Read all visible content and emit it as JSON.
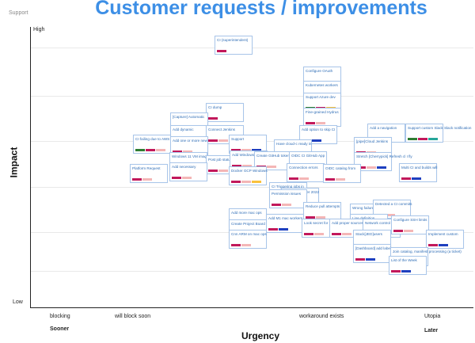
{
  "title": "Customer requests / improvements",
  "corner_label": "Support",
  "axes": {
    "y_title": "Impact",
    "y_high": "High",
    "y_low": "Low",
    "x_title": "Urgency",
    "x_ticks": [
      "blocking",
      "will block soon",
      "workaround exists",
      "Utopia"
    ],
    "x_sooner": "Sooner",
    "x_later": "Later"
  },
  "colors": {
    "accent": "#3d8fe6",
    "card_border": "#a9c6ea",
    "tag_magenta": "#c2185b",
    "tag_green": "#2e7d32",
    "tag_pink": "#f4b6b6",
    "tag_yellow": "#f9c23c",
    "tag_blue": "#1e3fbf",
    "tag_teal": "#26a69a"
  },
  "cards": [
    {
      "text": "CI (superintendent)",
      "tags": [
        "magenta"
      ]
    },
    {
      "text": "Configure OAuth",
      "tags": [
        "magenta"
      ]
    },
    {
      "text": "Kubernetes workers",
      "tags": [
        "green",
        "magenta",
        "magenta"
      ]
    },
    {
      "text": "Support Azure dev",
      "tags": [
        "green",
        "magenta",
        "yellow"
      ]
    },
    {
      "text": "Fine-grained Hydrus",
      "tags": [
        "magenta",
        "pink"
      ]
    },
    {
      "text": "Add option to skip CI",
      "tags": [
        "magenta",
        "blue"
      ]
    },
    {
      "text": "CI dump",
      "tags": [
        "magenta"
      ]
    },
    {
      "text": "[Capture] Automatic",
      "tags": [
        "green",
        "magenta"
      ]
    },
    {
      "text": "Add dynamic",
      "tags": [
        "green",
        "magenta"
      ]
    },
    {
      "text": "Connect Jenkins",
      "tags": [
        "magenta",
        "pink"
      ]
    },
    {
      "text": "CI failing due to AWS",
      "tags": [
        "green",
        "magenta",
        "pink"
      ]
    },
    {
      "text": "Add one or more new",
      "tags": [
        "magenta",
        "pink"
      ]
    },
    {
      "text": "Support",
      "tags": [
        "magenta",
        "pink",
        "blue"
      ]
    },
    {
      "text": "Have cloud-c ready in",
      "tags": [
        "magenta",
        "pink"
      ]
    },
    {
      "text": "Add a navigation",
      "tags": [
        "magenta",
        "blue"
      ]
    },
    {
      "text": "Support custom Slack Slack notification",
      "tags": [
        "green",
        "magenta",
        "teal"
      ]
    },
    {
      "text": "[pipe]Cloud Jenkins",
      "tags": [
        "magenta",
        "pink"
      ]
    },
    {
      "text": "Windows 11 VM image",
      "tags": [
        "magenta"
      ]
    },
    {
      "text": "Post job status in",
      "tags": [
        "magenta",
        "pink"
      ]
    },
    {
      "text": "Add Windows 11",
      "tags": [
        "magenta",
        "pink"
      ]
    },
    {
      "text": "Create GitHub token to",
      "tags": [
        "magenta",
        "pink"
      ]
    },
    {
      "text": "OIDC CI GitHub App",
      "tags": [
        "magenta",
        "pink"
      ]
    },
    {
      "text": "Stretch [Cherrypick] Refresh cl I fly",
      "tags": [
        "magenta",
        "pink",
        "blue"
      ]
    },
    {
      "text": "Platform Request",
      "tags": [
        "magenta",
        "pink"
      ]
    },
    {
      "text": "Add necessary",
      "tags": [
        "magenta",
        "pink"
      ]
    },
    {
      "text": "Connection errors",
      "tags": [
        "magenta",
        "pink"
      ]
    },
    {
      "text": "OIDC catalog from",
      "tags": [
        "magenta",
        "pink"
      ]
    },
    {
      "text": "Multi CI and builds will",
      "tags": [
        "magenta",
        "blue"
      ]
    },
    {
      "text": "Docker GCP Windows",
      "tags": [
        "magenta",
        "pink",
        "yellow"
      ]
    },
    {
      "text": "CI Triggering jobs in",
      "tags": [
        "magenta",
        "pink"
      ]
    },
    {
      "text": "Windows Server 2022",
      "tags": [
        "magenta",
        "pink"
      ]
    },
    {
      "text": "Permission issues",
      "tags": [
        "magenta",
        "pink"
      ]
    },
    {
      "text": "Wrong failures",
      "tags": [
        "magenta",
        "blue"
      ]
    },
    {
      "text": "Reduce pull attempts",
      "tags": [
        "magenta",
        "pink"
      ]
    },
    {
      "text": "Detected a CI commits",
      "tags": [
        "magenta",
        "pink"
      ]
    },
    {
      "text": "Line definition",
      "tags": [
        "magenta",
        "blue"
      ]
    },
    {
      "text": "Add more mac ops",
      "tags": [
        "magenta",
        "pink"
      ]
    },
    {
      "text": "Add M1 mac workers",
      "tags": [
        "magenta",
        "blue"
      ]
    },
    {
      "text": "Create Project Board",
      "tags": [
        "magenta",
        "pink"
      ]
    },
    {
      "text": "Look secret for",
      "tags": [
        "magenta",
        "pink"
      ]
    },
    {
      "text": "Add proper sources",
      "tags": [
        "magenta",
        "pink"
      ]
    },
    {
      "text": "Network control",
      "tags": [
        "magenta",
        "pink"
      ]
    },
    {
      "text": "Configure SSH limits",
      "tags": [
        "magenta",
        "pink"
      ]
    },
    {
      "text": "Implement custom",
      "tags": [
        "magenta",
        "blue"
      ]
    },
    {
      "text": "Cnn ARM on mac ops",
      "tags": [
        "magenta",
        "pink"
      ]
    },
    {
      "text": "Stack[JED]users",
      "tags": [
        "magenta",
        "blue"
      ]
    },
    {
      "text": "[Dashboard] add label",
      "tags": [
        "magenta",
        "blue"
      ]
    },
    {
      "text": "Join catalog, manifest processing (a ticket)",
      "tags": [
        "magenta",
        "pink"
      ]
    },
    {
      "text": "List of the Week",
      "tags": [
        "magenta",
        "blue"
      ]
    }
  ]
}
